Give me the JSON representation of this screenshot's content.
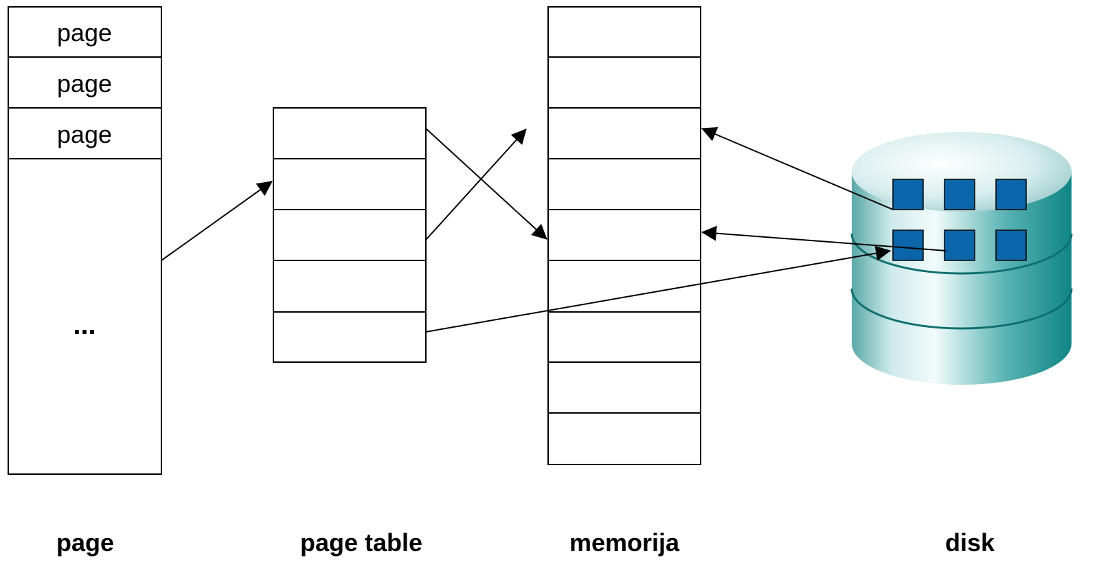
{
  "virtual_pages": {
    "labels": [
      "page",
      "page",
      "page"
    ],
    "ellipsis": "..."
  },
  "captions": {
    "page": "page",
    "page_table": "page table",
    "memory": "memorija",
    "disk": "disk"
  },
  "colors": {
    "line": "#000000",
    "disk_block": "#0a66a8",
    "disk_body_dark": "#1a8f8f",
    "disk_body_light": "#e6f5f5"
  }
}
